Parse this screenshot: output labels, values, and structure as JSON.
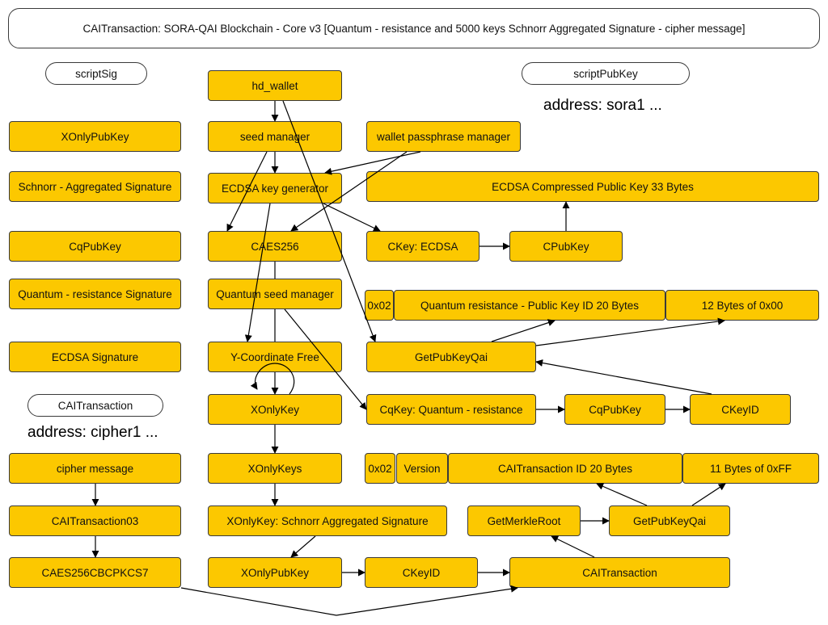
{
  "title": "CAITransaction: SORA-QAI Blockchain - Core v3 [Quantum - resistance and 5000 keys Schnorr Aggregated Signature - cipher message]",
  "labels": {
    "script_sig": "scriptSig",
    "script_pub_key": "scriptPubKey",
    "cai_transaction_header": "CAITransaction",
    "address_sora": "address: sora1 ...",
    "address_cipher": "address: cipher1 ..."
  },
  "nodes": {
    "xonly_pubkey_left": "XOnlyPubKey",
    "schnorr_aggregated_signature": "Schnorr - Aggregated Signature",
    "cq_pubkey_left": "CqPubKey",
    "quantum_resistance_signature": "Quantum - resistance Signature",
    "ecdsa_signature": "ECDSA Signature",
    "cipher_message": "cipher message",
    "cai_transaction03": "CAITransaction03",
    "caes256cbcpkcs7": "CAES256CBCPKCS7",
    "hd_wallet": "hd_wallet",
    "seed_manager": "seed manager",
    "ecdsa_key_generator": "ECDSA key generator",
    "caes256": "CAES256",
    "quantum_seed_manager": "Quantum seed manager",
    "y_coordinate_free": "Y-Coordinate Free",
    "xonly_key": "XOnlyKey",
    "xonly_keys": "XOnlyKeys",
    "xonly_key_schnorr": "XOnlyKey: Schnorr Aggregated Signature",
    "xonly_pubkey_bottom": "XOnlyPubKey",
    "wallet_passphrase_manager": "wallet passphrase manager",
    "ecdsa_compressed_pubkey": "ECDSA Compressed Public Key 33 Bytes",
    "ckey_ecdsa": "CKey: ECDSA",
    "cpubkey": "CPubKey",
    "prefix_0x02_top": "0x02",
    "quantum_pubkey_id": "Quantum resistance - Public Key ID 20 Bytes",
    "twelve_bytes": "12 Bytes of 0x00",
    "get_pubkey_qai_top": "GetPubKeyQai",
    "cqkey_quantum": "CqKey: Quantum - resistance",
    "cq_pubkey_right": "CqPubKey",
    "ckeyid_right": "CKeyID",
    "prefix_0x02_bottom": "0x02",
    "version": "Version",
    "cai_transaction_id": "CAITransaction ID 20 Bytes",
    "eleven_bytes": "11 Bytes of 0xFF",
    "get_merkle_root": "GetMerkleRoot",
    "get_pubkey_qai_bottom": "GetPubKeyQai",
    "ckeyid_bottom": "CKeyID",
    "cai_transaction_bottom": "CAITransaction"
  },
  "colors": {
    "node_fill": "#fcc800",
    "stroke": "#3a3a3a"
  }
}
